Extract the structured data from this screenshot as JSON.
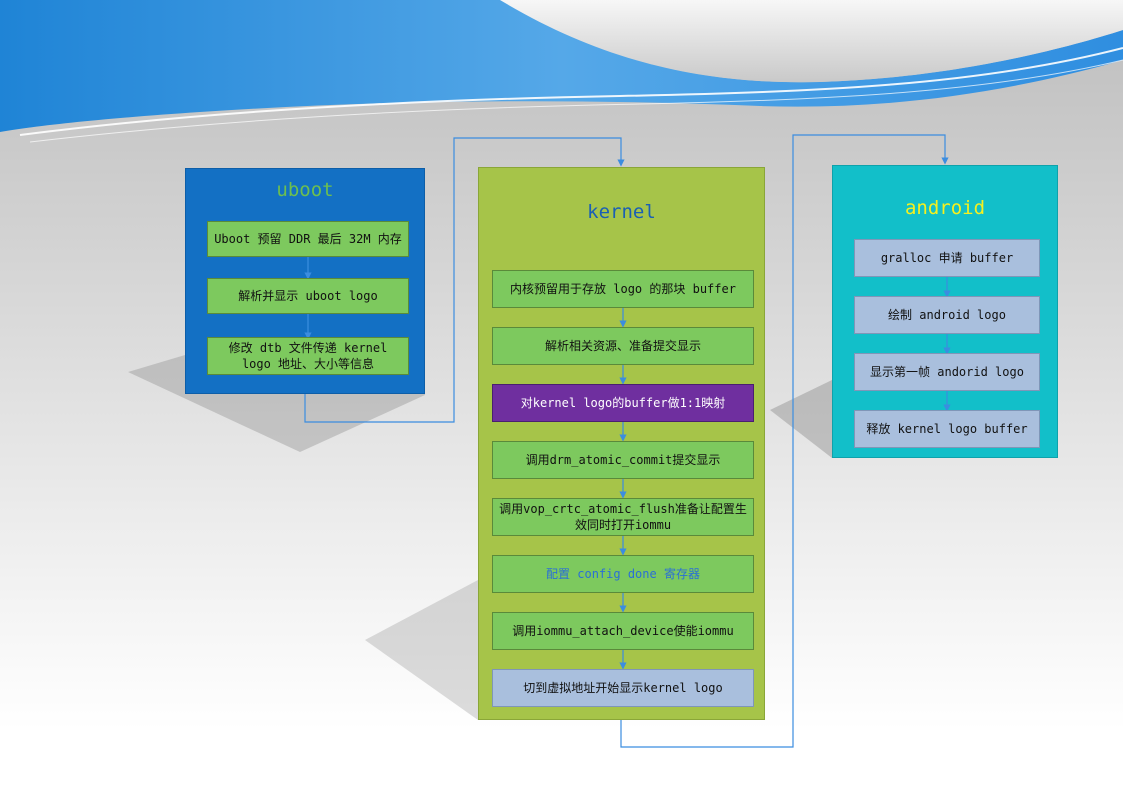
{
  "uboot": {
    "title": "uboot",
    "steps": [
      "Uboot 预留 DDR 最后 32M 内存",
      "解析并显示 uboot logo",
      "修改 dtb 文件传递 kernel logo 地址、大小等信息"
    ]
  },
  "kernel": {
    "title": "kernel",
    "steps": [
      "内核预留用于存放 logo 的那块 buffer",
      "解析相关资源、准备提交显示",
      "对kernel logo的buffer做1:1映射",
      "调用drm_atomic_commit提交显示",
      "调用vop_crtc_atomic_flush准备让配置生效同时打开iommu",
      "配置 config done 寄存器",
      "调用iommu_attach_device使能iommu",
      "切到虚拟地址开始显示kernel logo"
    ]
  },
  "android": {
    "title": "android",
    "steps": [
      "gralloc 申请 buffer",
      "绘制 android logo",
      "显示第一帧 andorid logo",
      "释放 kernel logo buffer"
    ]
  },
  "colors": {
    "uboot_panel": "#1370c4",
    "uboot_title": "#6dbf4f",
    "kernel_panel": "#a6c449",
    "kernel_title": "#1a5fb4",
    "android_panel": "#12bfc9",
    "android_title": "#f6f01e",
    "connector": "#3b8de0"
  }
}
